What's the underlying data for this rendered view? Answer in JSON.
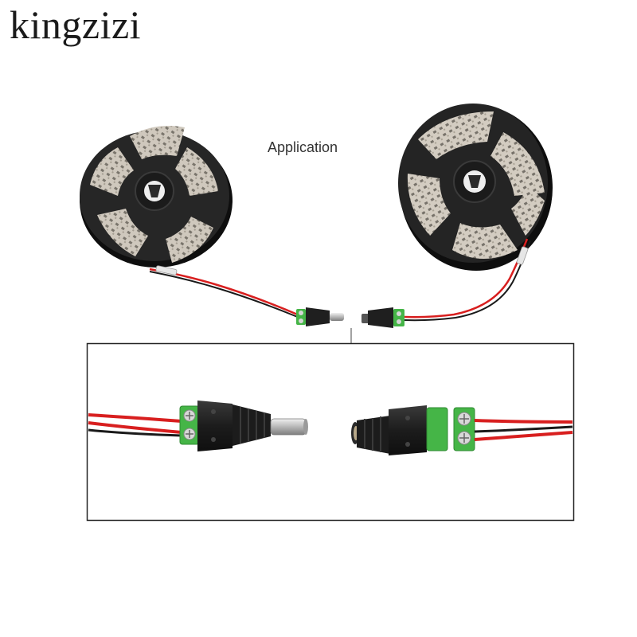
{
  "brand": {
    "name": "kingzizi"
  },
  "labels": {
    "application": "Application"
  },
  "colors": {
    "reel": "#242424",
    "reel_edge": "#0e0e0e",
    "led_strip": "#cfc8bd",
    "led_chip": "#6e6a62",
    "wire_red": "#d81f1f",
    "wire_black": "#1a1a1a",
    "terminal_green": "#45b547",
    "connector_black": "#1f1f1f",
    "metal": "#c9c9c9",
    "frame": "#222222"
  },
  "images": [
    {
      "name": "led-strip-reel-with-male-dc-connector"
    },
    {
      "name": "led-strip-reel-with-female-dc-connector"
    },
    {
      "name": "dc-male-and-female-screw-terminal-connectors-closeup"
    }
  ]
}
